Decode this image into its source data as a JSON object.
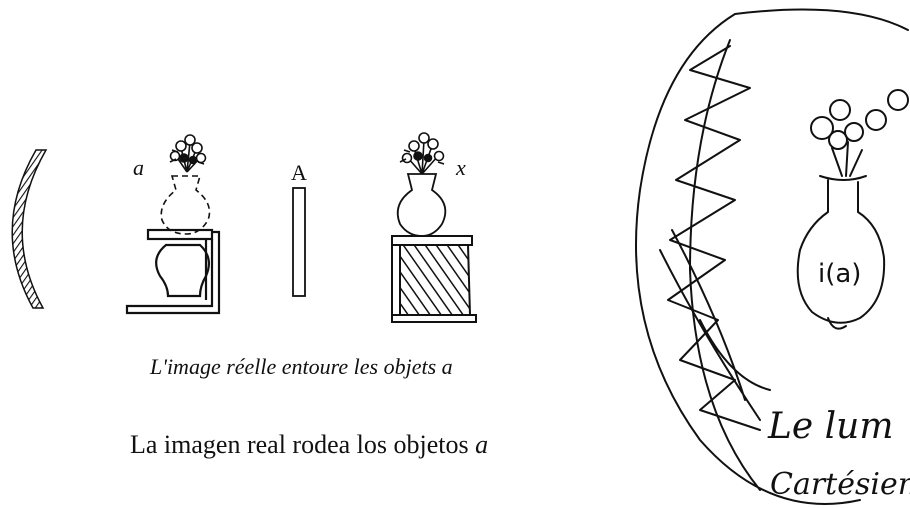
{
  "left_figure": {
    "label_a": "a",
    "label_A": "A",
    "label_x": "x"
  },
  "caption_french": "L'image réelle entoure les objets a",
  "caption_spanish": {
    "text": "La imagen real rodea los objetos",
    "italic_suffix": "a"
  },
  "sketch": {
    "vase_label": "i(a)",
    "handwriting_line1": "Le lum",
    "handwriting_line2": "Cartésien"
  }
}
